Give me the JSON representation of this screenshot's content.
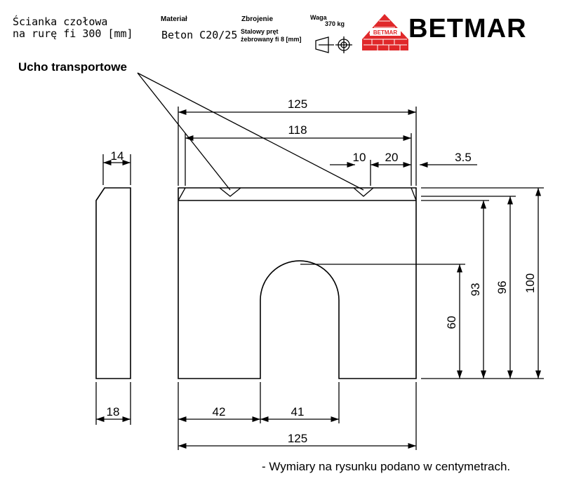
{
  "header": {
    "product_line1": "Ścianka czołowa",
    "product_line2": "na rurę fi 300 [mm]",
    "material_label": "Materiał",
    "material_value": "Beton C20/25",
    "reinforcement_label": "Zbrojenie",
    "reinforcement_line1": "Stalowy pręt",
    "reinforcement_line2": "żebrowany fi 8 [mm]",
    "weight_label": "Waga",
    "weight_value": "370 kg"
  },
  "logo": {
    "badge_text": "BETMAR",
    "wordmark": "BETMAR",
    "brick_color": "#e0282a"
  },
  "drawing": {
    "callout_label": "Ucho transportowe",
    "dimensions": {
      "top_overall": "125",
      "top_inner": "118",
      "ear_width": "10",
      "ear_offset": "20",
      "chamfer": "3.5",
      "side_top": "14",
      "side_bottom": "18",
      "height_outer": "100",
      "height_mid": "96",
      "height_inner": "93",
      "opening_height": "60",
      "bottom_left": "42",
      "bottom_opening": "41",
      "bottom_overall": "125"
    }
  },
  "footnote": "- Wymiary na rysunku  podano w centymetrach."
}
